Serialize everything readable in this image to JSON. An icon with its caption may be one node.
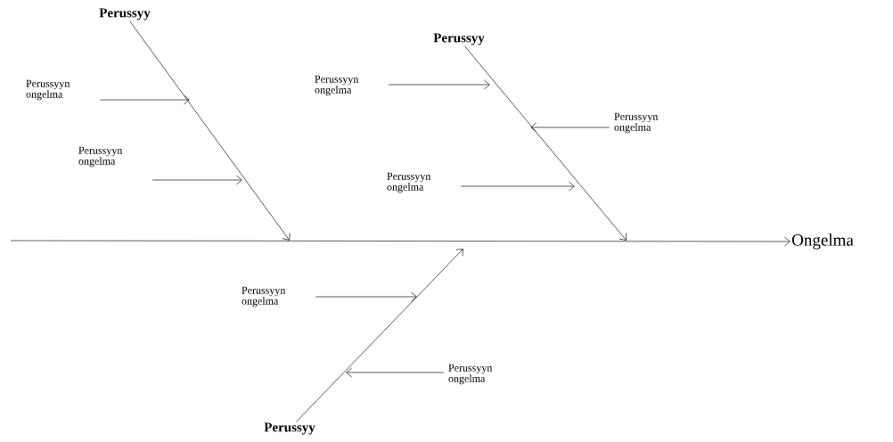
{
  "diagram": {
    "nodes": [
      {
        "text": [
          "Perussyy"
        ]
      },
      {
        "text": [
          "Perussyyn ongelma"
        ]
      },
      {
        "text": [
          "Perussyyn ongelma"
        ]
      },
      {
        "text": [
          "Perussyy"
        ]
      },
      {
        "text": [
          "Perussyyn ongelma"
        ]
      },
      {
        "text": [
          "Perussyyn ongelma"
        ]
      },
      {
        "text": [
          "Perussyyn ongelma"
        ]
      },
      {
        "text": [
          "Ongelma"
        ]
      },
      {
        "text": [
          "Perussyyn ongelma"
        ]
      },
      {
        "text": [
          "Perussyyn ongelma"
        ]
      },
      {
        "text": [
          "Perussyy"
        ]
      }
    ],
    "edges": [
      {
        "from": null,
        "to": 7,
        "arrow": "to"
      },
      {
        "from": 0,
        "to": null,
        "arrow": "to"
      },
      {
        "from": 1,
        "to": null,
        "arrow": "to"
      },
      {
        "from": 2,
        "to": null,
        "arrow": "to"
      },
      {
        "from": 3,
        "to": null,
        "arrow": "to"
      },
      {
        "from": 4,
        "to": null,
        "arrow": "to"
      },
      {
        "from": 5,
        "to": null,
        "arrow": "to"
      },
      {
        "from": 6,
        "to": null,
        "arrow": "to"
      },
      {
        "from": 10,
        "to": null,
        "arrow": "to"
      },
      {
        "from": 8,
        "to": null,
        "arrow": "to"
      },
      {
        "from": 9,
        "to": null,
        "arrow": "to"
      }
    ]
  }
}
